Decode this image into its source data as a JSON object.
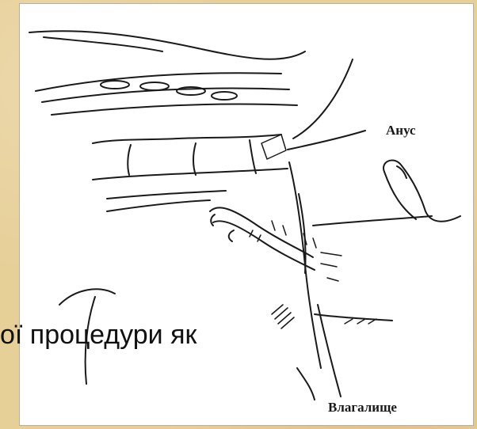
{
  "figure": {
    "labels": {
      "anus": "Анус",
      "vagina": "Влагалище"
    }
  },
  "slide": {
    "caption": "ої процедури як"
  },
  "colors": {
    "slide_background": "#e7cf98",
    "ink": "#1a1a1a",
    "frame": "#ffffff"
  }
}
